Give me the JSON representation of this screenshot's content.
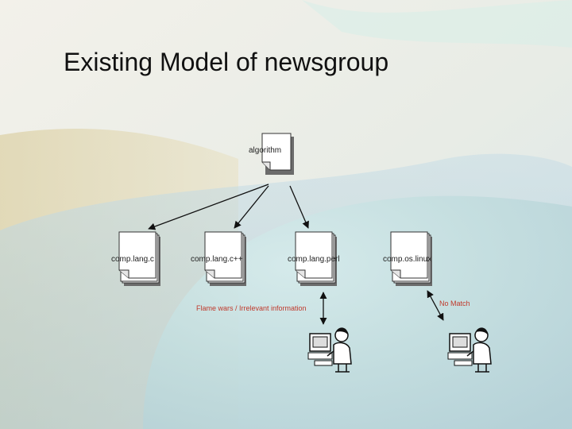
{
  "slide": {
    "title": "Existing Model of newsgroup"
  },
  "diagram": {
    "root": "algorithm",
    "groups": [
      "comp.lang.c",
      "comp.lang.c++",
      "comp.lang.perl",
      "comp.os.linux"
    ],
    "notes": {
      "flame": "Flame wars / Irrelevant information",
      "nomatch": "No Match"
    },
    "colors": {
      "note_text": "#c0392b",
      "document_fill": "#ffffff",
      "document_stroke": "#333333"
    },
    "icons": [
      "document-icon",
      "document-stack-icon",
      "user-at-computer-icon"
    ]
  }
}
